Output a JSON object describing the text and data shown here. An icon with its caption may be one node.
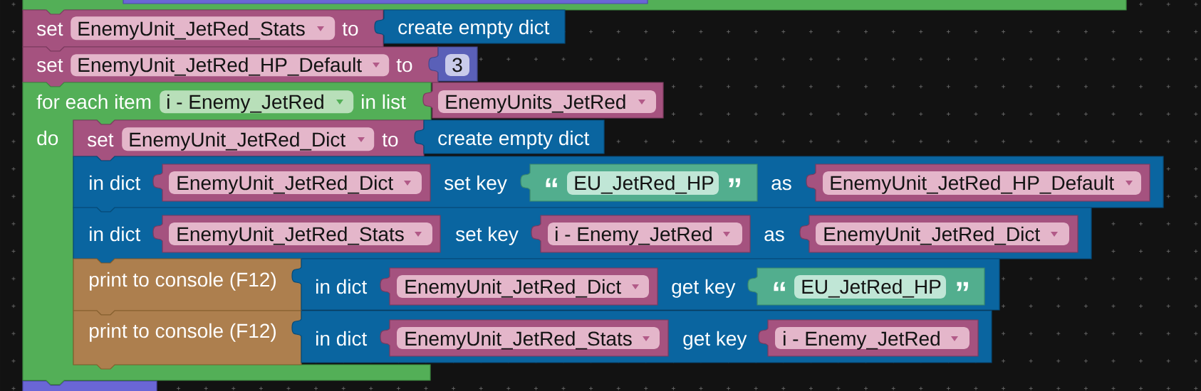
{
  "diagram": {
    "nodes": [
      {
        "text": [
          "set",
          "to"
        ]
      },
      {
        "text": [
          "EnemyUnit_JetRed_Stats"
        ],
        "in": 0
      },
      {
        "text": [
          "create empty dict"
        ]
      },
      {
        "text": [
          "set",
          "to"
        ]
      },
      {
        "text": [
          "EnemyUnit_JetRed_HP_Default"
        ],
        "in": 3
      },
      {
        "text": [
          "3"
        ]
      },
      {
        "text": [
          "for each item",
          "in list",
          "do"
        ]
      },
      {
        "text": [
          "i - Enemy_JetRed"
        ],
        "in": 6
      },
      {
        "text": [
          "EnemyUnits_JetRed"
        ]
      },
      {
        "text": [
          "set",
          "to"
        ]
      },
      {
        "text": [
          "EnemyUnit_JetRed_Dict"
        ],
        "in": 9
      },
      {
        "text": [
          "create empty dict"
        ]
      },
      {
        "text": [
          "in dict",
          "set key",
          "as"
        ]
      },
      {
        "text": [
          "EnemyUnit_JetRed_Dict"
        ],
        "in": 12
      },
      {
        "text": [
          "“",
          "EU_JetRed_HP",
          "”"
        ],
        "in": 12
      },
      {
        "text": [
          "EnemyUnit_JetRed_HP_Default"
        ],
        "in": 12
      },
      {
        "text": [
          "in dict",
          "set key",
          "as"
        ]
      },
      {
        "text": [
          "EnemyUnit_JetRed_Stats"
        ],
        "in": 16
      },
      {
        "text": [
          "i - Enemy_JetRed"
        ],
        "in": 16
      },
      {
        "text": [
          "EnemyUnit_JetRed_Dict"
        ],
        "in": 16
      },
      {
        "text": [
          "print to console (F12)"
        ]
      },
      {
        "text": [
          "in dict",
          "get key"
        ]
      },
      {
        "text": [
          "EnemyUnit_JetRed_Dict"
        ],
        "in": 21
      },
      {
        "text": [
          "“",
          "EU_JetRed_HP",
          "”"
        ],
        "in": 21
      },
      {
        "text": [
          "print to console (F12)"
        ]
      },
      {
        "text": [
          "in dict",
          "get key"
        ]
      },
      {
        "text": [
          "EnemyUnit_JetRed_Stats"
        ],
        "in": 25
      },
      {
        "text": [
          "i - Enemy_JetRed"
        ],
        "in": 25
      }
    ]
  }
}
